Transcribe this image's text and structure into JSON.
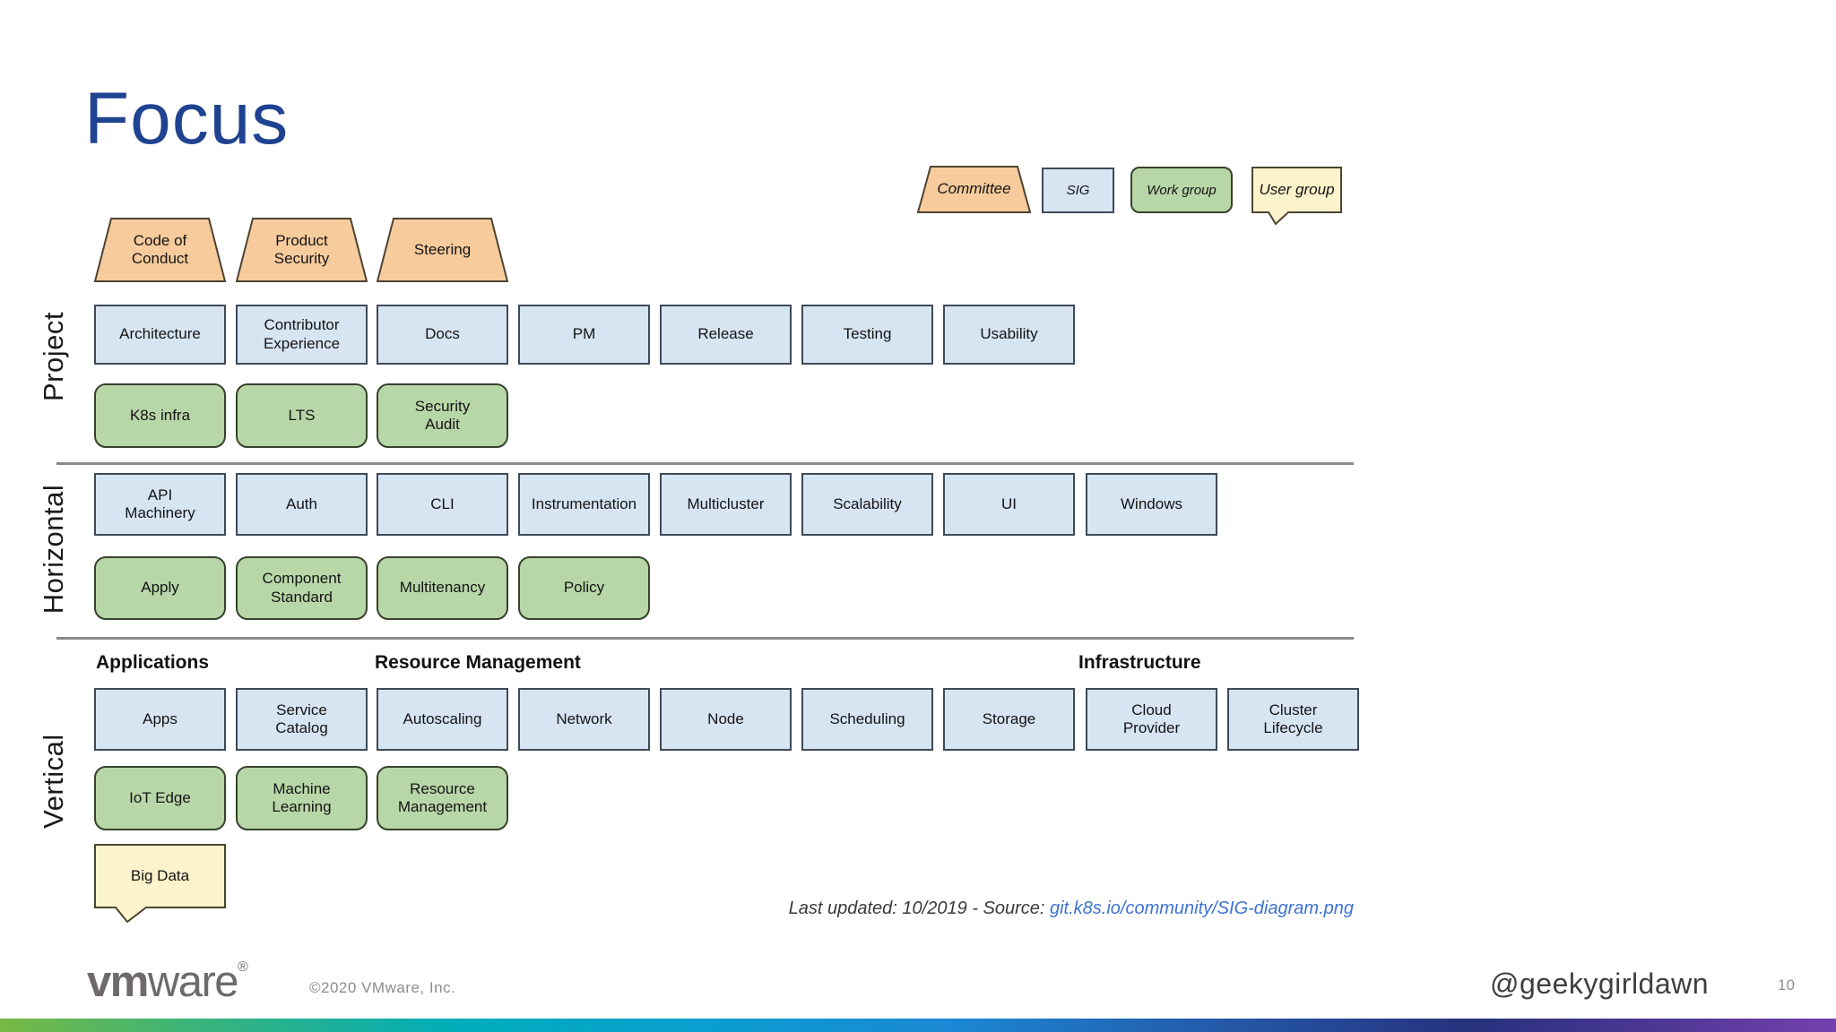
{
  "slide": {
    "title": "Focus",
    "footnote_prefix": "Last updated: 10/2019 - Source: ",
    "footnote_link": "git.k8s.io/community/SIG-diagram.png",
    "brand_vm": "vm",
    "brand_ware": "ware",
    "brand_reg": "®",
    "copyright": "©2020 VMware, Inc.",
    "handle": "@geekygirldawn",
    "page_number": "10"
  },
  "legend": {
    "committee": "Committee",
    "sig": "SIG",
    "workgroup": "Work group",
    "usergroup": "User group"
  },
  "colors": {
    "title_blue": "#1f4391",
    "committee_fill": "#f7cb9c",
    "sig_fill": "#d7e4f2",
    "workgroup_fill": "#b8d7a8",
    "usergroup_fill": "#fcf2cb",
    "link_blue": "#3d73d3",
    "separator_gray": "#8a8a8a",
    "footer_gradient": [
      "#78b943",
      "#00adba",
      "#1b87d4",
      "#26317d",
      "#7440ad"
    ]
  },
  "sections": {
    "project": {
      "label": "Project",
      "committees": [
        "Code of\nConduct",
        "Product\nSecurity",
        "Steering"
      ],
      "sigs": [
        "Architecture",
        "Contributor\nExperience",
        "Docs",
        "PM",
        "Release",
        "Testing",
        "Usability"
      ],
      "workgroups": [
        "K8s infra",
        "LTS",
        "Security\nAudit"
      ]
    },
    "horizontal": {
      "label": "Horizontal",
      "sigs": [
        "API\nMachinery",
        "Auth",
        "CLI",
        "Instrumentation",
        "Multicluster",
        "Scalability",
        "UI",
        "Windows"
      ],
      "workgroups": [
        "Apply",
        "Component\nStandard",
        "Multitenancy",
        "Policy"
      ]
    },
    "vertical": {
      "label": "Vertical",
      "headers": [
        "Applications",
        "Resource Management",
        "Infrastructure"
      ],
      "sigs": [
        "Apps",
        "Service\nCatalog",
        "Autoscaling",
        "Network",
        "Node",
        "Scheduling",
        "Storage",
        "Cloud\nProvider",
        "Cluster\nLifecycle"
      ],
      "workgroups": [
        "IoT Edge",
        "Machine\nLearning",
        "Resource\nManagement"
      ],
      "usergroups": [
        "Big Data"
      ]
    }
  }
}
